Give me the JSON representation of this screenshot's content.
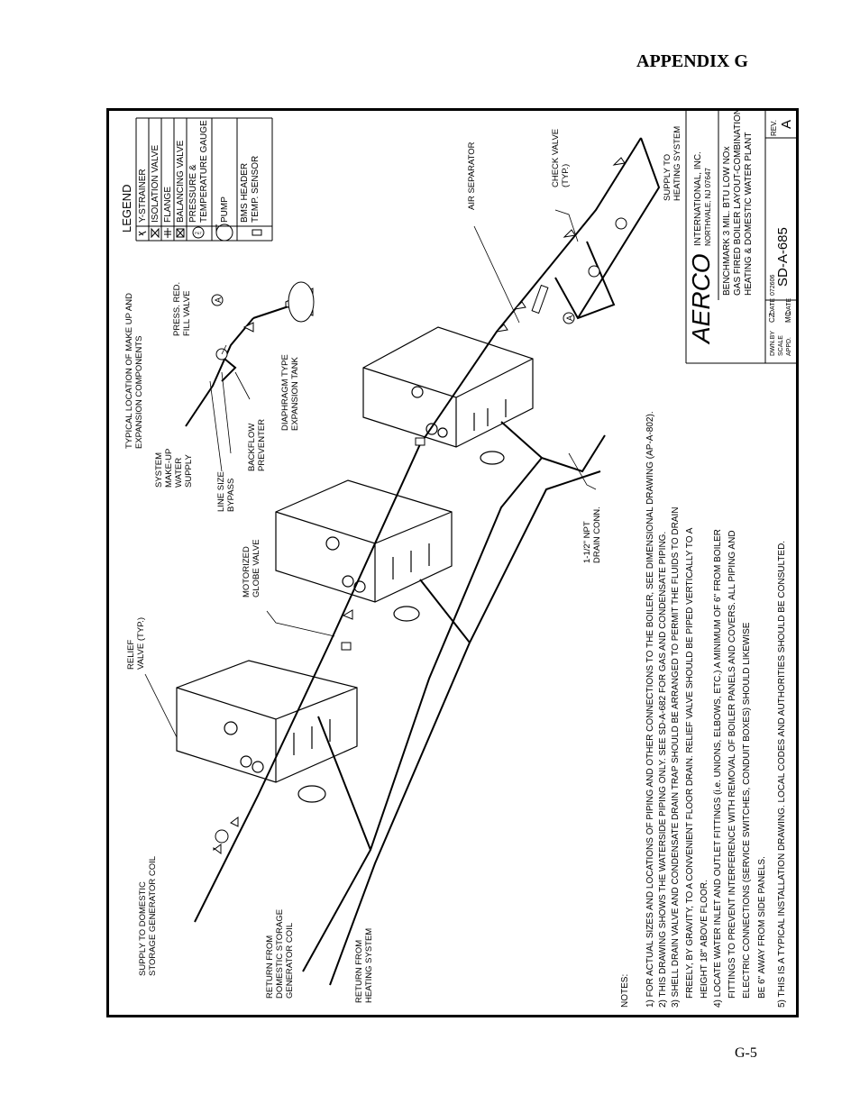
{
  "page": {
    "heading": "APPENDIX G",
    "page_number": "G-5"
  },
  "legend": {
    "title": "LEGEND",
    "items": [
      {
        "icon": "y-strainer-icon",
        "label": "Y-STRAINER"
      },
      {
        "icon": "isolation-valve-icon",
        "label": "ISOLATION VALVE"
      },
      {
        "icon": "flange-icon",
        "label": "FLANGE"
      },
      {
        "icon": "balancing-valve-icon",
        "label": "BALANCING VALVE"
      },
      {
        "icon": "pressure-gauge-icon",
        "label": "PRESSURE &",
        "label2": "TEMPERATURE GAUGE"
      },
      {
        "icon": "pump-icon",
        "label": "PUMP"
      },
      {
        "icon": "sensor-icon",
        "label": "BMS HEADER",
        "label2": "TEMP. SENSOR"
      }
    ],
    "gauge_text": "P&T"
  },
  "labels": {
    "make_up": [
      "TYPICAL LOCATION OF MAKE UP AND",
      "EXPANSION COMPONENTS"
    ],
    "press_red": [
      "PRESS. RED.",
      "FILL VALVE"
    ],
    "diaphragm": [
      "DIAPHRAGM TYPE",
      "EXPANSION TANK"
    ],
    "backflow": [
      "BACKFLOW",
      "PREVENTER"
    ],
    "makeup_supply": [
      "SYSTEM",
      "MAKE-UP",
      "WATER",
      "SUPPLY"
    ],
    "bypass": [
      "LINE SIZE",
      "BYPASS"
    ],
    "air_separator": "AIR SEPARATOR",
    "check_valve": [
      "CHECK VALVE",
      "(TYP.)"
    ],
    "supply_heating": [
      "SUPPLY TO",
      "HEATING SYSTEM"
    ],
    "drain": [
      "1-1/2\" NPT",
      "DRAIN CONN."
    ],
    "globe_valve": [
      "MOTORIZED",
      "GLOBE VALVE"
    ],
    "relief_valve": [
      "RELIEF",
      "VALVE (TYP.)"
    ],
    "supply_domestic": [
      "SUPPLY TO DOMESTIC",
      "STORAGE GENERATOR COIL"
    ],
    "return_domestic": [
      "RETURN FROM",
      "DOMESTIC STORAGE",
      "GENERATOR COIL"
    ],
    "return_heating": [
      "RETURN FROM",
      "HEATING SYSTEM"
    ],
    "marker": "A"
  },
  "notes": {
    "title": "NOTES:",
    "lines": [
      "1) FOR ACTUAL SIZES AND LOCATIONS OF PIPING AND OTHER CONNECTIONS TO THE BOILER, SEE DIMENSIONAL DRAWING (AP-A-802).",
      "2) THIS DRAWING SHOWS THE WATERSIDE PIPING ONLY.  SEE SD-A-682 FOR GAS AND CONDENSATE PIPING.",
      "3) SHELL DRAIN VALVE AND CONDENSATE DRAIN TRAP SHOULD BE ARRANGED TO PERMIT THE FLUIDS TO DRAIN",
      "FREELY, BY GRAVITY, TO A CONVENIENT FLOOR DRAIN.  RELIEF VALVE SHOULD BE PIPED VERTICALLY TO A",
      "HEIGHT 18\" ABOVE FLOOR.",
      "4) LOCATE WATER INLET AND OUTLET FITTINGS (i.e. UNIONS, ELBOWS, ETC.) A MINIMUM OF 6\" FROM BOILER",
      "FITTINGS TO PREVENT INTERFERENCE WITH REMOVAL OF BOILER PANELS AND COVERS.  ALL PIPING AND",
      "ELECTRIC CONNECTIONS (SERVICE SWITCHES, CONDUIT BOXES) SHOULD LIKEWISE",
      "BE 6\" AWAY FROM SIDE PANELS.",
      "5) THIS IS A TYPICAL INSTALLATION DRAWING.  LOCAL CODES AND AUTHORITIES SHOULD BE CONSULTED."
    ]
  },
  "title_block": {
    "logo": "AERCO",
    "company": "INTERNATIONAL, INC.",
    "address": "NORTHVALE, NJ  07647",
    "description": [
      "BENCHMARK 3 MIL. BTU LOW NOx",
      "GAS FIRED BOILER LAYOUT-COMBINATION",
      "HEATING & DOMESTIC WATER PLANT"
    ],
    "dwn_by_label": "DWN.BY",
    "dwn_by": "CZ",
    "date_label": "DATE",
    "date": "072606",
    "scale_label": "SCALE",
    "appd_label": "APPD.",
    "appd": "MC",
    "drawing_number": "SD-A-685",
    "rev_label": "REV.",
    "rev": "A"
  }
}
